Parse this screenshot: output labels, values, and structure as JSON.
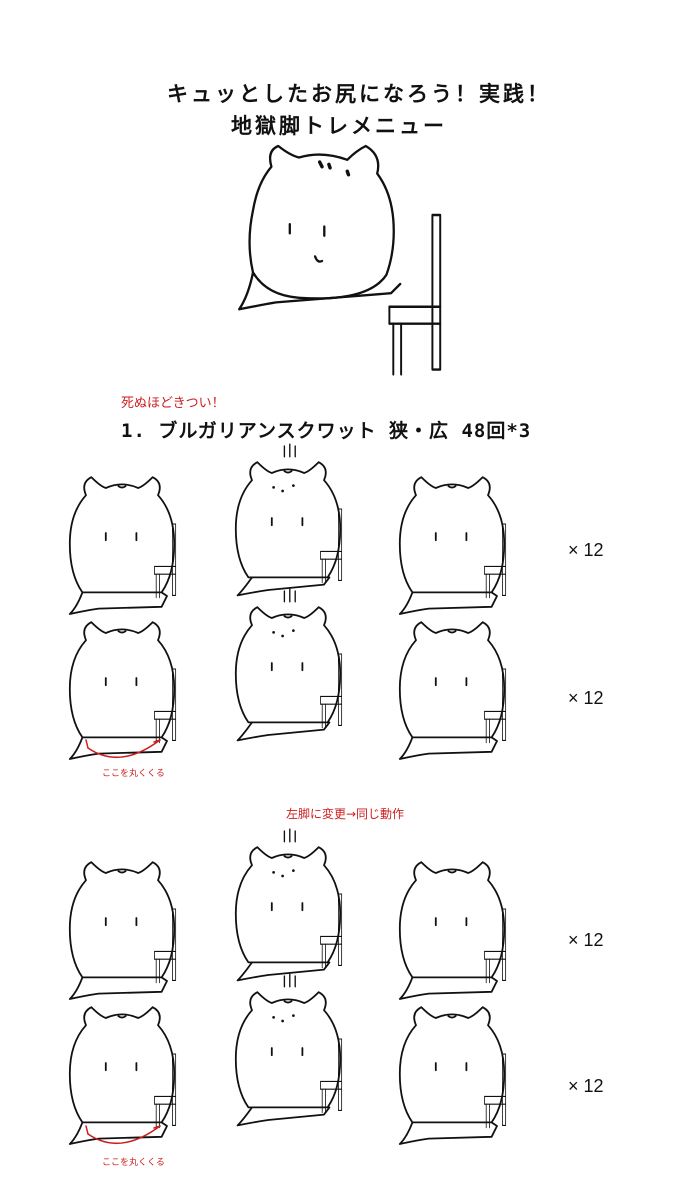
{
  "title_line1": "キュッとしたお尻になろう！実践！",
  "title_line2": "地獄脚トレメニュー",
  "warning_note": "死ぬほどきつい！",
  "exercise_label": "1. ブルガリアンスクワット 狭・広 48回*3",
  "switch_note": "左脚に変更→同じ動作",
  "hint_text": "ここを丸くくる",
  "reps_label": "× 12",
  "accent_color": "#cc1f1f"
}
